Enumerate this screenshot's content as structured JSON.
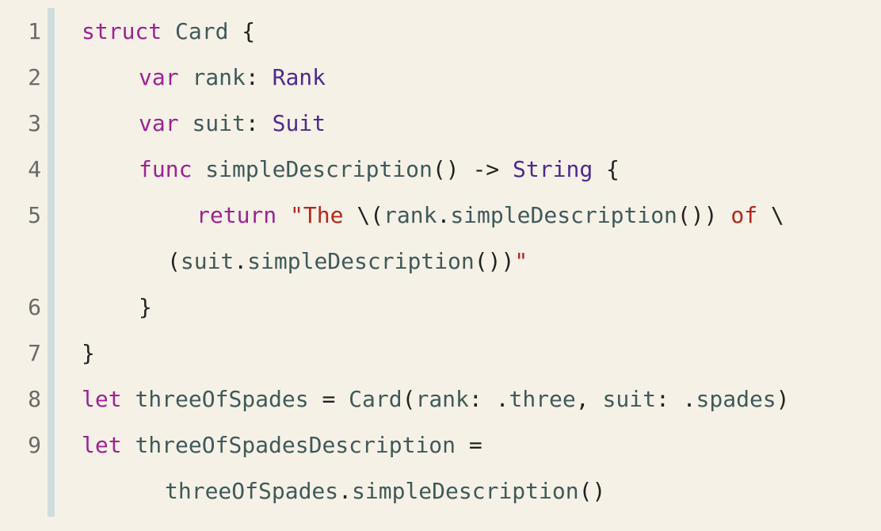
{
  "lines": [
    {
      "num": "1",
      "tokens": [
        {
          "t": "struct",
          "c": "kw"
        },
        {
          "t": " ",
          "c": "pl"
        },
        {
          "t": "Card",
          "c": "id"
        },
        {
          "t": " {",
          "c": "pl"
        }
      ]
    },
    {
      "num": "2",
      "tokens": [
        {
          "t": "var",
          "c": "kw"
        },
        {
          "t": " ",
          "c": "pl"
        },
        {
          "t": "rank",
          "c": "id"
        },
        {
          "t": ": ",
          "c": "pl"
        },
        {
          "t": "Rank",
          "c": "ty"
        }
      ]
    },
    {
      "num": "3",
      "tokens": [
        {
          "t": "var",
          "c": "kw"
        },
        {
          "t": " ",
          "c": "pl"
        },
        {
          "t": "suit",
          "c": "id"
        },
        {
          "t": ": ",
          "c": "pl"
        },
        {
          "t": "Suit",
          "c": "ty"
        }
      ]
    },
    {
      "num": "4",
      "tokens": [
        {
          "t": "func",
          "c": "kw"
        },
        {
          "t": " ",
          "c": "pl"
        },
        {
          "t": "simpleDescription",
          "c": "id"
        },
        {
          "t": "() -> ",
          "c": "pl"
        },
        {
          "t": "String",
          "c": "ty"
        },
        {
          "t": " {",
          "c": "pl"
        }
      ]
    },
    {
      "num": "5",
      "tokens": [
        {
          "t": "return",
          "c": "kw"
        },
        {
          "t": " ",
          "c": "pl"
        },
        {
          "t": "\"The ",
          "c": "str"
        },
        {
          "t": "\\(",
          "c": "pl"
        },
        {
          "t": "rank",
          "c": "id"
        },
        {
          "t": ".",
          "c": "pl"
        },
        {
          "t": "simpleDescription",
          "c": "id"
        },
        {
          "t": "()) ",
          "c": "pl"
        },
        {
          "t": "of",
          "c": "str"
        },
        {
          "t": " \\",
          "c": "pl"
        }
      ]
    },
    {
      "num": "",
      "tokens": [
        {
          "t": "(",
          "c": "pl"
        },
        {
          "t": "suit",
          "c": "id"
        },
        {
          "t": ".",
          "c": "pl"
        },
        {
          "t": "simpleDescription",
          "c": "id"
        },
        {
          "t": "())",
          "c": "pl"
        },
        {
          "t": "\"",
          "c": "str"
        }
      ]
    },
    {
      "num": "6",
      "tokens": [
        {
          "t": "}",
          "c": "pl"
        }
      ]
    },
    {
      "num": "7",
      "tokens": [
        {
          "t": "}",
          "c": "pl"
        }
      ]
    },
    {
      "num": "8",
      "tokens": [
        {
          "t": "let",
          "c": "kw"
        },
        {
          "t": " ",
          "c": "pl"
        },
        {
          "t": "threeOfSpades",
          "c": "id"
        },
        {
          "t": " = ",
          "c": "pl"
        },
        {
          "t": "Card",
          "c": "id"
        },
        {
          "t": "(",
          "c": "pl"
        },
        {
          "t": "rank",
          "c": "id"
        },
        {
          "t": ": .",
          "c": "pl"
        },
        {
          "t": "three",
          "c": "id"
        },
        {
          "t": ", ",
          "c": "pl"
        },
        {
          "t": "suit",
          "c": "id"
        },
        {
          "t": ": .",
          "c": "pl"
        },
        {
          "t": "spades",
          "c": "id"
        },
        {
          "t": ")",
          "c": "pl"
        }
      ]
    },
    {
      "num": "9",
      "tokens": [
        {
          "t": "let",
          "c": "kw"
        },
        {
          "t": " ",
          "c": "pl"
        },
        {
          "t": "threeOfSpadesDescription",
          "c": "id"
        },
        {
          "t": " =",
          "c": "pl"
        }
      ]
    },
    {
      "num": "",
      "tokens": [
        {
          "t": "threeOfSpades",
          "c": "id"
        },
        {
          "t": ".",
          "c": "pl"
        },
        {
          "t": "simpleDescription",
          "c": "id"
        },
        {
          "t": "()",
          "c": "pl"
        }
      ]
    }
  ],
  "colors": {
    "background": "#f6f1e6",
    "gutter_bar": "#cfdedc",
    "keyword": "#9b2393",
    "type": "#4b2b8e",
    "identifier": "#3e5a5a",
    "string": "#b5261c",
    "line_number": "#6a6a6a"
  }
}
